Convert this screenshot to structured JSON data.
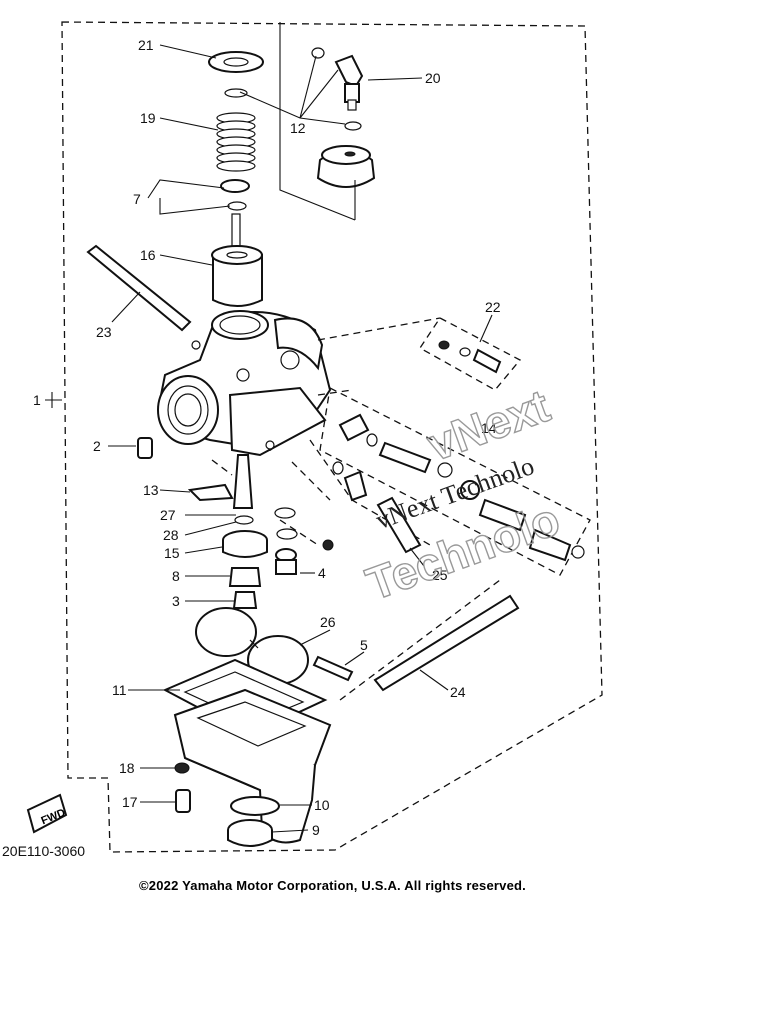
{
  "diagram": {
    "part_numbers": [
      "1",
      "2",
      "3",
      "4",
      "5",
      "7",
      "8",
      "9",
      "10",
      "11",
      "12",
      "13",
      "14",
      "15",
      "16",
      "17",
      "18",
      "19",
      "20",
      "21",
      "22",
      "23",
      "24",
      "25",
      "26",
      "27",
      "28"
    ],
    "drawing_code": "20E110-3060",
    "fwd_badge": "FWD",
    "copyright": "©2022 Yamaha Motor Corporation, U.S.A. All rights reserved."
  },
  "watermark": {
    "line1": "vNext",
    "line2": "vNext Technolo",
    "line3": "Technolo"
  },
  "colors": {
    "ink": "#111111",
    "watermark": "#999999",
    "background": "#ffffff"
  }
}
